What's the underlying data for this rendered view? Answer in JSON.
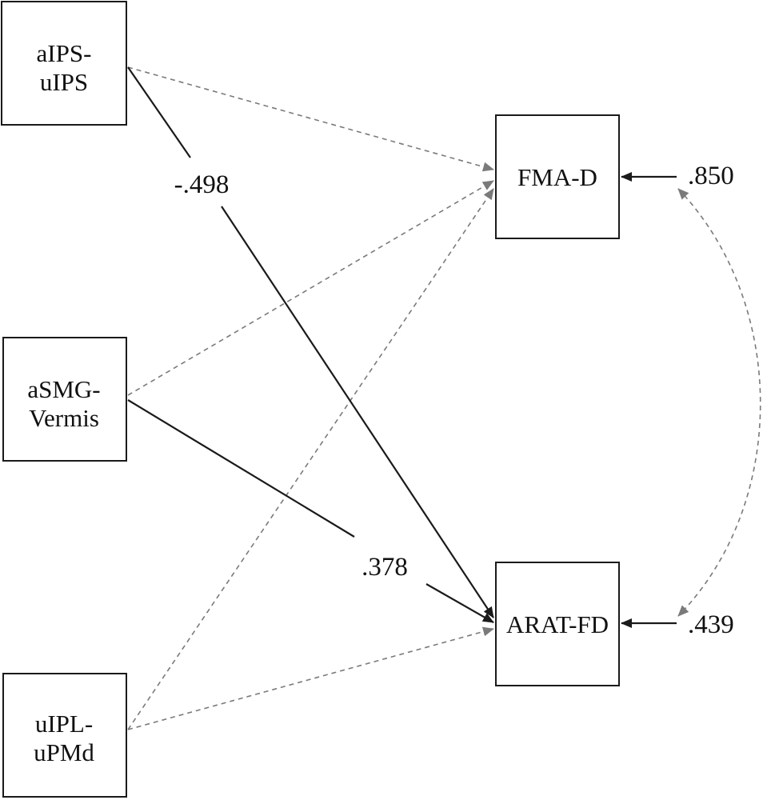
{
  "boxes": {
    "aips_uips": {
      "line1": "aIPS-",
      "line2": "uIPS"
    },
    "asmg_vermis": {
      "line1": "aSMG-",
      "line2": "Vermis"
    },
    "uipl_upmd": {
      "line1": "uIPL-",
      "line2": "uPMd"
    },
    "fma_d": {
      "line1": "FMA-D"
    },
    "arat_fd": {
      "line1": "ARAT-FD"
    }
  },
  "paths": {
    "aips_uips_to_arat_fd": {
      "coefficient": "-.498",
      "significant": true
    },
    "asmg_vermis_to_arat_fd": {
      "coefficient": ".378",
      "significant": true
    },
    "aips_uips_to_fma_d": {
      "significant": false
    },
    "asmg_vermis_to_fma_d": {
      "significant": false
    },
    "uipl_upmd_to_fma_d": {
      "significant": false
    },
    "uipl_upmd_to_arat_fd": {
      "significant": false
    }
  },
  "errors": {
    "fma_d": ".850",
    "arat_fd": ".439"
  },
  "colors": {
    "significant": "#1a1a1a",
    "nonsignificant": "#7a7a7a",
    "box_border": "#1a1a1a"
  }
}
